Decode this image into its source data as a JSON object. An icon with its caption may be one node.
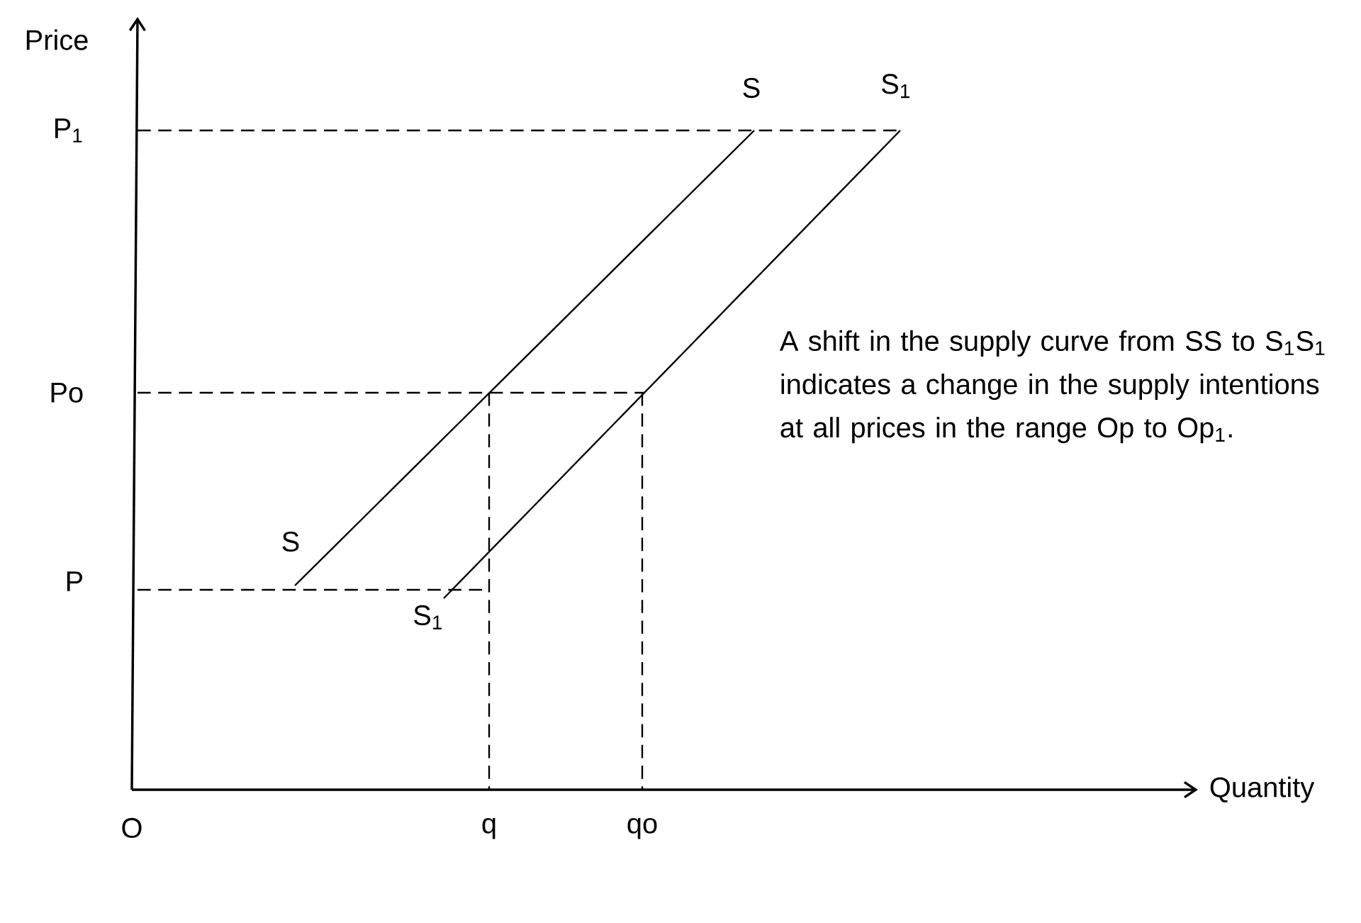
{
  "diagram": {
    "labels": [
      "Price",
      "P$_{1}$",
      "S",
      "S$_{1}$",
      "Po",
      "A shift in the supply curve from SS to S$_{1}$S$_{1}$ indicates a change in the supply intentions at all prices in the range Op to Op$_{1}$.",
      "S",
      "P",
      "S$_{1}$",
      "O",
      "q",
      "qo",
      "Quantity"
    ]
  }
}
